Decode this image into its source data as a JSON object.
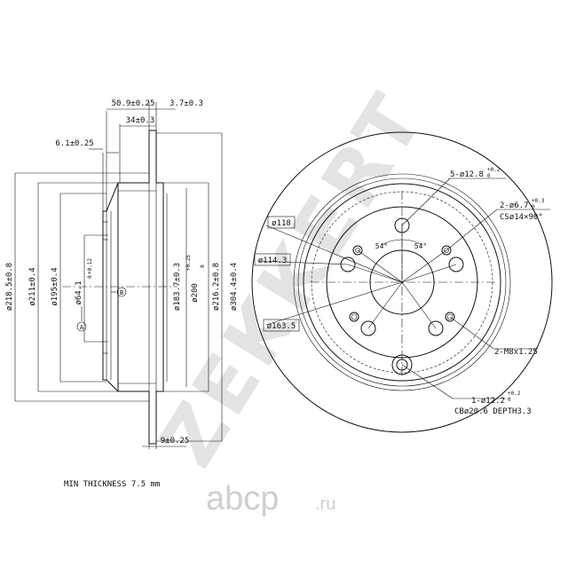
{
  "watermark": {
    "text": "ZEKKERT"
  },
  "footer": {
    "brand": "abcp",
    "suffix": ".ru"
  },
  "note": {
    "min_thickness": "MIN THICKNESS 7.5 mm"
  },
  "side_view": {
    "dims_top": {
      "d1": "50.9±0.25",
      "d2": "3.7±0.3",
      "d3": "34±0.3",
      "d4": "6.1±0.25"
    },
    "dims_bottom": {
      "d5": "9±0.25"
    },
    "diameters": {
      "d_218": "ø218.5±0.8",
      "d_211": "ø211±0.4",
      "d_195": "ø195±0.4",
      "d_64": "ø64.1",
      "d_64_tol_up": "+0.12",
      "d_64_tol_lo": "0",
      "d_183": "ø183.7±0.3",
      "d_200": "ø200",
      "d_200_tol_up": "+0.25",
      "d_200_tol_lo": "0",
      "d_216": "ø216.2±0.8",
      "d_304": "ø304.4±0.4"
    },
    "datums": {
      "a": "A",
      "b": "B"
    }
  },
  "front_view": {
    "labels": {
      "pcd_118": "ø118",
      "pcd_114": "ø114.3",
      "pcd_163": "ø163.5",
      "angle_left": "54°",
      "angle_right": "54°",
      "holes_5": "5-ø12.8",
      "holes_5_tol_up": "+0.2",
      "holes_5_tol_lo": "0",
      "holes_2": "2-ø6.7",
      "holes_2_tol_up": "+0.3",
      "holes_2_tol_lo": "0",
      "holes_2_cs": "CSø14×90°",
      "thread": "2-M8x1.25",
      "hole_1": "1-ø12.2",
      "hole_1_tol_up": "+0.2",
      "hole_1_tol_lo": "0",
      "hole_1_cb": "CBø20.6 DEPTH3.3"
    }
  }
}
